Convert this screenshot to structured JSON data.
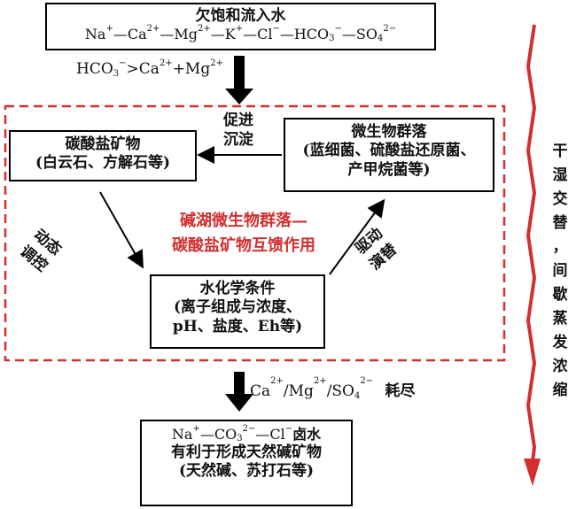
{
  "top_box": {
    "title": "欠饱和流入水",
    "ions": {
      "na": "Na",
      "na_charge": "+",
      "ca": "Ca",
      "ca_charge": "2+",
      "mg": "Mg",
      "mg_charge": "2+",
      "k": "K",
      "k_charge": "+",
      "cl": "Cl",
      "cl_charge": "−",
      "hco3": "HCO",
      "hco3_sub": "3",
      "hco3_charge": "−",
      "so4": "SO",
      "so4_sub": "4",
      "so4_charge": "2−",
      "dash": "—"
    }
  },
  "condition_top": {
    "hco3": "HCO",
    "hco3_sub": "3",
    "hco3_charge": "−",
    "gt": ">Ca",
    "ca_charge": "2+",
    "plus": "+Mg",
    "mg_charge": "2+"
  },
  "carbonate_box": {
    "title": "碳酸盐矿物",
    "detail": "(白云石、方解石等)"
  },
  "microbe_box": {
    "title": "微生物群落",
    "detail1": "(蓝细菌、硫酸盐还原菌、",
    "detail2": "产甲烷菌等)"
  },
  "hydro_box": {
    "title": "水化学条件",
    "detail1": "(离子组成与浓度、",
    "detail2": "pH、盐度、Eh等)"
  },
  "labels": {
    "promote_line1": "促进",
    "promote_line2": "沉淀",
    "dynamic_line1": "动态",
    "dynamic_line2": "调控",
    "drive_line1": "驱动",
    "drive_line2": "演替"
  },
  "center_title": {
    "line1": "碱湖微生物群落—",
    "line2": "碳酸盐矿物互馈作用"
  },
  "condition_bottom": {
    "ca": "Ca",
    "ca_charge": "2+",
    "slash1": "/Mg",
    "mg_charge": "2+",
    "slash2": "/SO",
    "so4_sub": "4",
    "so4_charge": "2−",
    "consumed": "耗尽"
  },
  "bottom_box": {
    "na": "Na",
    "na_charge": "+",
    "co3": "—CO",
    "co3_sub": "3",
    "co3_charge": "2−",
    "cl": "—Cl",
    "cl_charge": "−",
    "brine": "卤水",
    "line2": "有利于形成天然碱矿物",
    "line3": "(天然碱、苏打石等)"
  },
  "side_label": [
    "干",
    "湿",
    "交",
    "替",
    "，",
    "间",
    "歇",
    "蒸",
    "发",
    "浓",
    "缩"
  ],
  "colors": {
    "accent_red": "#d32f2f",
    "border": "#000000"
  }
}
